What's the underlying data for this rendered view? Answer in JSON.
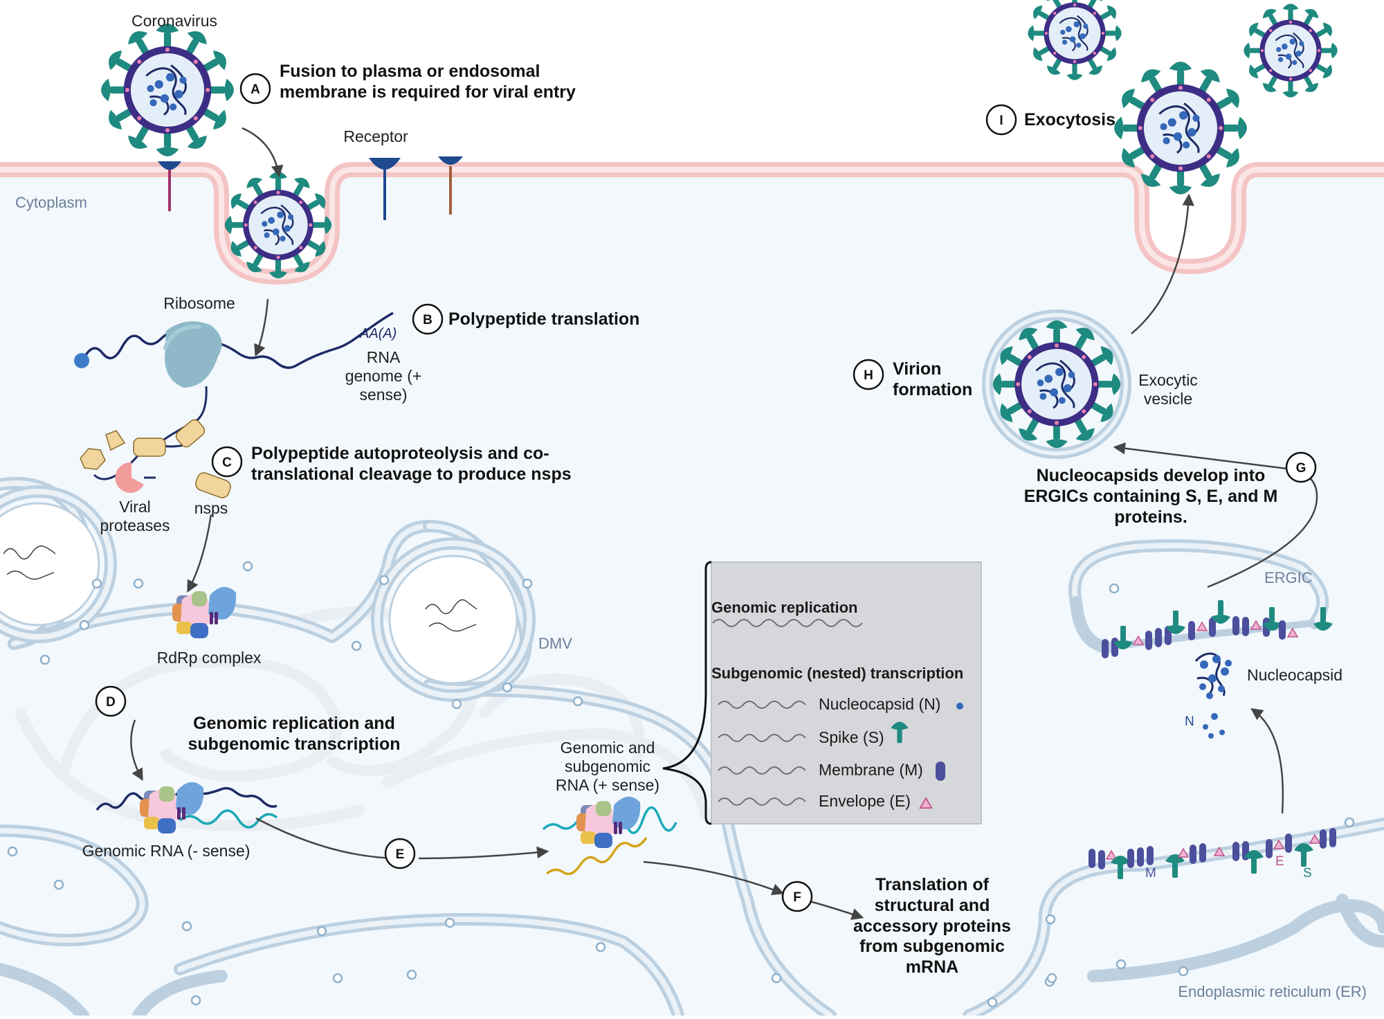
{
  "labels": {
    "coronavirus": "Coronavirus",
    "receptor": "Receptor",
    "cytoplasm": "Cytoplasm",
    "ribosome": "Ribosome",
    "rna_genome_1": "RNA",
    "rna_genome_2": "genome (+",
    "rna_genome_3": "sense)",
    "polya": "AA(A)",
    "viral_proteases_1": "Viral",
    "viral_proteases_2": "proteases",
    "nsps": "nsps",
    "rdrp_complex": "RdRp complex",
    "dmv": "DMV",
    "genomic_rna_neg": "Genomic RNA (- sense)",
    "genomic_subgenomic_1": "Genomic and",
    "genomic_subgenomic_2": "subgenomic",
    "genomic_subgenomic_3": "RNA (+ sense)",
    "exocytic_vesicle_1": "Exocytic",
    "exocytic_vesicle_2": "vesicle",
    "ergic": "ERGIC",
    "nucleocapsid": "Nucleocapsid",
    "n_label": "N",
    "m_label": "M",
    "e_label": "E",
    "s_label": "S",
    "er": "Endoplasmic reticulum (ER)"
  },
  "steps": {
    "a": {
      "letter": "A",
      "line1": "Fusion to plasma or endosomal",
      "line2": "membrane is required for viral entry"
    },
    "b": {
      "letter": "B",
      "line1": "Polypeptide translation"
    },
    "c": {
      "letter": "C",
      "line1": "Polypeptide autoproteolysis and co-",
      "line2": "translational cleavage to produce nsps"
    },
    "d": {
      "letter": "D",
      "line1": "Genomic replication and",
      "line2": "subgenomic transcription"
    },
    "e": {
      "letter": "E"
    },
    "f": {
      "letter": "F",
      "line1": "Translation of",
      "line2": "structural and",
      "line3": "accessory proteins",
      "line4": "from subgenomic",
      "line5": "mRNA"
    },
    "g": {
      "letter": "G",
      "line1": "Nucleocapsids develop into",
      "line2": "ERGICs containing S, E, and M",
      "line3": "proteins."
    },
    "h": {
      "letter": "H",
      "line1": "Virion",
      "line2": "formation"
    },
    "i": {
      "letter": "I",
      "line1": "Exocytosis"
    }
  },
  "legend": {
    "genomic_replication": "Genomic replication",
    "subgenomic_transcription": "Subgenomic (nested) transcription",
    "items": [
      "Nucleocapsid (N)",
      "Spike (S)",
      "Membrane (M)",
      "Envelope (E)"
    ]
  },
  "colors": {
    "plasma_membrane": "#f4c4c4",
    "cytoplasm": "#f3f8fc",
    "er_membrane": "#bcd0e0",
    "spike": "#1f8a7f",
    "capsid": "#3d2d85",
    "nucleocapsid": "#3568b8",
    "envelope": "#e783b0",
    "membrane_protein": "#4b4f9c",
    "legend_box": "#d5d7da"
  }
}
